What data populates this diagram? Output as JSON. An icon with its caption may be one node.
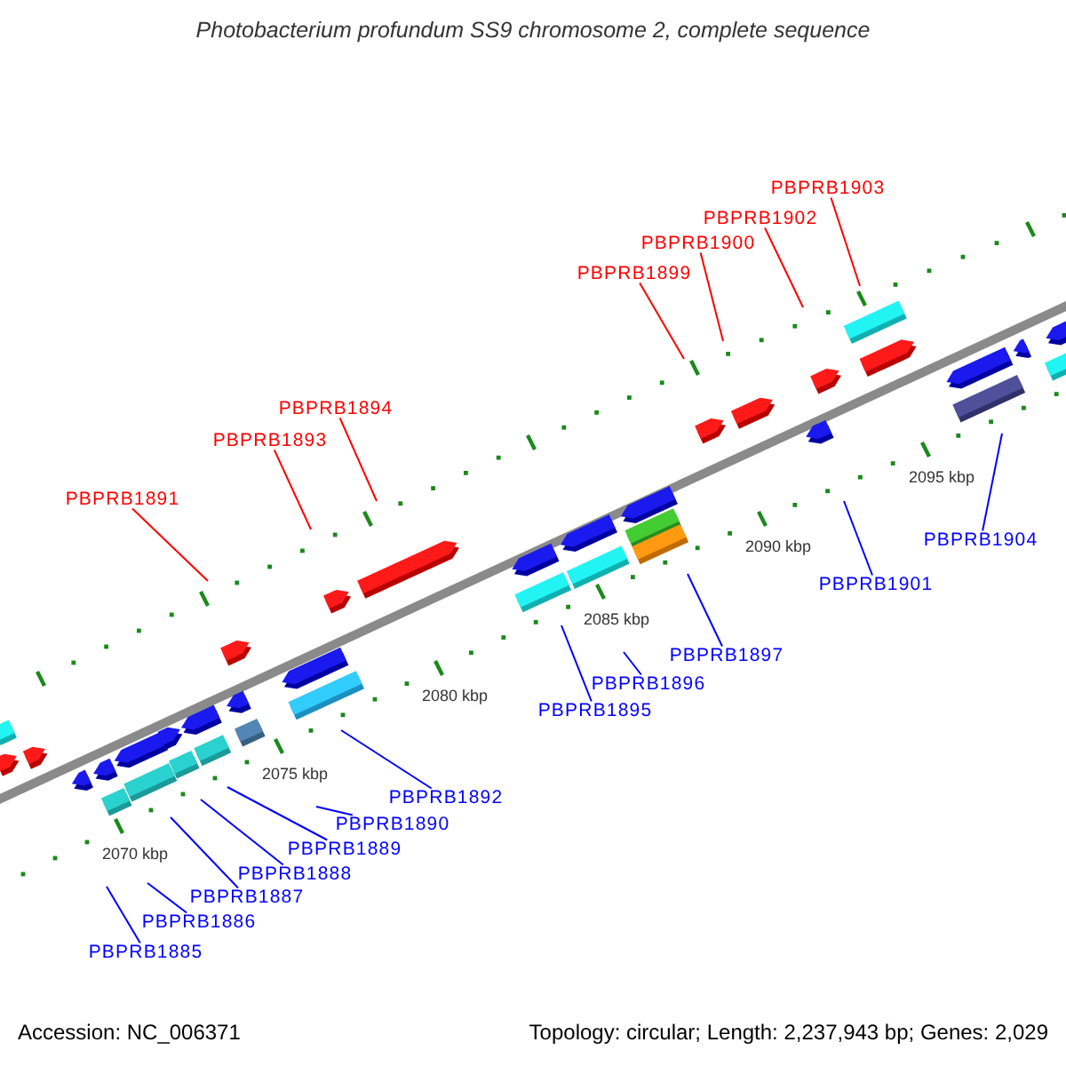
{
  "diagram": {
    "title": "Photobacterium profundum SS9 chromosome 2, complete sequence",
    "nodes": [
      {
        "text": [
          "PBPRB1903"
        ]
      },
      {
        "text": [
          "PBPRB1902"
        ]
      },
      {
        "text": [
          "PBPRB1900"
        ]
      },
      {
        "text": [
          "PBPRB1899"
        ]
      },
      {
        "text": [
          "PBPRB1894"
        ]
      },
      {
        "text": [
          "PBPRB1893"
        ]
      },
      {
        "text": [
          "PBPRB1891"
        ]
      },
      {
        "text": [
          "PBPRB1904"
        ]
      },
      {
        "text": [
          "PBPRB1901"
        ]
      },
      {
        "text": [
          "PBPRB1897"
        ]
      },
      {
        "text": [
          "PBPRB1896"
        ]
      },
      {
        "text": [
          "PBPRB1895"
        ]
      },
      {
        "text": [
          "PBPRB1892"
        ]
      },
      {
        "text": [
          "PBPRB1890"
        ]
      },
      {
        "text": [
          "PBPRB1889"
        ]
      },
      {
        "text": [
          "PBPRB1888"
        ]
      },
      {
        "text": [
          "PBPRB1887"
        ]
      },
      {
        "text": [
          "PBPRB1886"
        ]
      },
      {
        "text": [
          "PBPRB1885"
        ]
      }
    ],
    "edges": [
      {
        "from": 0,
        "to": null,
        "arrow": "none",
        "color": "#ff0000"
      },
      {
        "from": 1,
        "to": null,
        "arrow": "none",
        "color": "#ff0000"
      },
      {
        "from": 2,
        "to": null,
        "arrow": "none",
        "color": "#ff0000"
      },
      {
        "from": 3,
        "to": null,
        "arrow": "none",
        "color": "#ff0000"
      },
      {
        "from": 4,
        "to": null,
        "arrow": "none",
        "color": "#ff0000"
      },
      {
        "from": 5,
        "to": null,
        "arrow": "none",
        "color": "#ff0000"
      },
      {
        "from": 6,
        "to": null,
        "arrow": "none",
        "color": "#ff0000"
      },
      {
        "from": 7,
        "to": null,
        "arrow": "none"
      },
      {
        "from": 8,
        "to": null,
        "arrow": "none"
      },
      {
        "from": 9,
        "to": null,
        "arrow": "none"
      },
      {
        "from": 10,
        "to": null,
        "arrow": "none"
      },
      {
        "from": 11,
        "to": null,
        "arrow": "none"
      },
      {
        "from": 12,
        "to": null,
        "arrow": "none"
      },
      {
        "from": 13,
        "to": null,
        "arrow": "none"
      },
      {
        "from": 14,
        "to": null,
        "arrow": "none"
      },
      {
        "from": 15,
        "to": null,
        "arrow": "none"
      },
      {
        "from": 16,
        "to": null,
        "arrow": "none"
      },
      {
        "from": 17,
        "to": null,
        "arrow": "none"
      },
      {
        "from": 18,
        "to": null,
        "arrow": "none"
      }
    ],
    "labels": [
      "2070 kbp",
      "2075 kbp",
      "2080 kbp",
      "2085 kbp",
      "2090 kbp",
      "2095 kbp",
      "Accession: NC_006371",
      "Topology: circular; Length: 2,237,943 bp; Genes: 2,029"
    ]
  }
}
